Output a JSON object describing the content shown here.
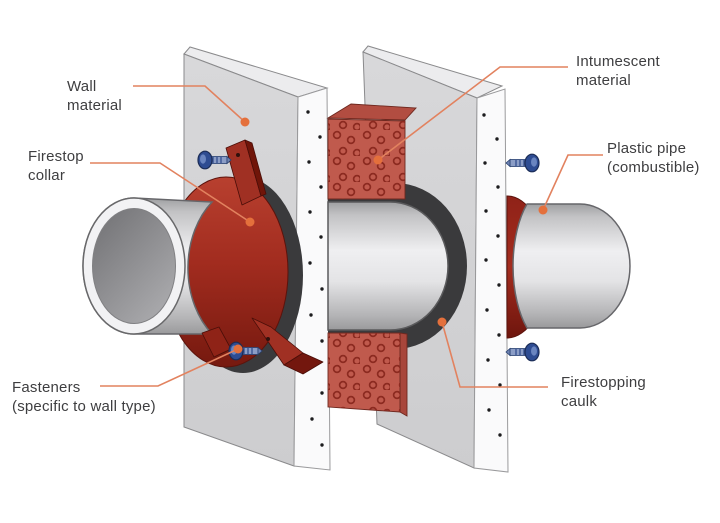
{
  "diagram": {
    "subject": "firestop-collar-pipe-wall-penetration",
    "labels": {
      "wall_material": {
        "line1": "Wall",
        "line2": "material"
      },
      "firestop_collar": {
        "line1": "Firestop",
        "line2": "collar"
      },
      "fasteners": {
        "line1": "Fasteners",
        "line2": "(specific to wall type)"
      },
      "intumescent": {
        "line1": "Intumescent",
        "line2": "material"
      },
      "plastic_pipe": {
        "line1": "Plastic pipe",
        "line2": "(combustible)"
      },
      "caulk": {
        "line1": "Firestopping",
        "line2": "caulk"
      }
    },
    "colors": {
      "leader_orange": "#E2825F",
      "leader_dot_orange": "#E4703C",
      "label_text": "#3E3E40",
      "wall_gray": "#D4D4D6",
      "wall_edge_white": "#FAFAFB",
      "pipe_gray": "#E6E6E8",
      "collar_red": "#A22C1F",
      "intumescent_red": "#C05A4D",
      "caulk_dark_gray": "#3A3A3C",
      "screw_blue": "#2E4C92",
      "background": "#FFFFFF"
    }
  }
}
